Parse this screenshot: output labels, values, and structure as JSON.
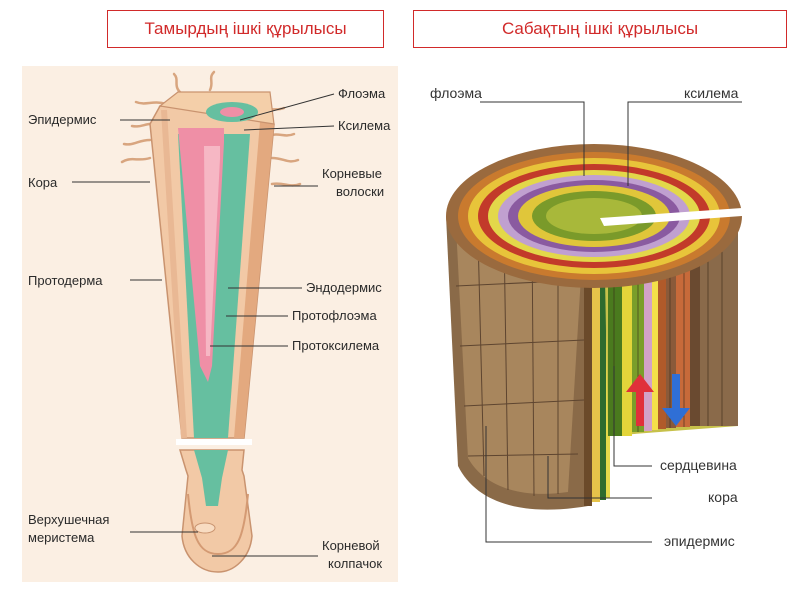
{
  "titles": {
    "root": "Тамырдың ішкі құрылысы",
    "stem": "Сабақтың ішкі құрылысы"
  },
  "root_labels": {
    "epidermis": "Эпидермис",
    "cortex": "Кора",
    "protoderm": "Протодерма",
    "apical_meristem_1": "Верхушечная",
    "apical_meristem_2": "меристема",
    "phloem": "Флоэма",
    "xylem": "Ксилема",
    "root_hairs_1": "Корневые",
    "root_hairs_2": "волоски",
    "endodermis": "Эндодермис",
    "protophloem": "Протофлоэма",
    "protoxylem": "Протоксилема",
    "root_cap_1": "Корневой",
    "root_cap_2": "колпачок"
  },
  "stem_labels": {
    "phloem": "флоэма",
    "xylem": "ксилема",
    "pith": "сердцевина",
    "cortex": "кора",
    "epidermis": "эпидермис"
  },
  "colors": {
    "title_border": "#d12a2a",
    "root_background": "#fbefe3",
    "root_tissue": "#f2c9a6",
    "xylem_pink": "#ef8fa6",
    "phloem_green": "#66bfa0",
    "arrow_up": "#e0303a",
    "arrow_down": "#2f6fd6"
  }
}
